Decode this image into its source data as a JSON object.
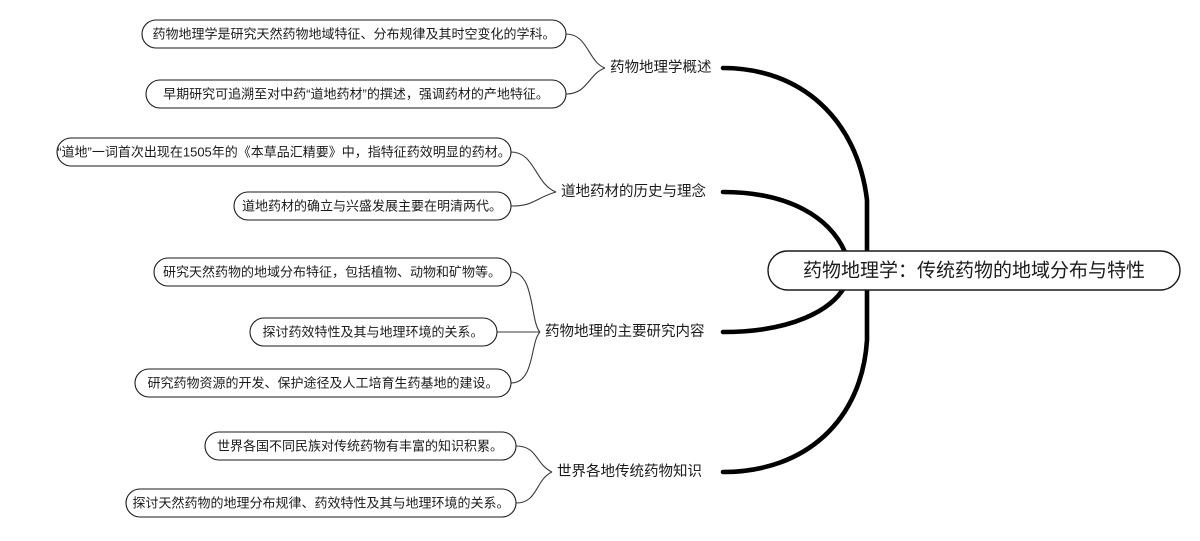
{
  "diagram": {
    "type": "mind-map",
    "root": {
      "label": "药物地理学：传统药物的地域分布与特性"
    },
    "branches": [
      {
        "label": "药物地理学概述",
        "leaves": [
          "药物地理学是研究天然药物地域特征、分布规律及其时空变化的学科。",
          "早期研究可追溯至对中药“道地药材”的撰述，强调药材的产地特征。"
        ]
      },
      {
        "label": "道地药材的历史与理念",
        "leaves": [
          "“道地”一词首次出现在1505年的《本草品汇精要》中，指特征药效明显的药材。",
          "道地药材的确立与兴盛发展主要在明清两代。"
        ]
      },
      {
        "label": "药物地理的主要研究内容",
        "leaves": [
          "研究天然药物的地域分布特征，包括植物、动物和矿物等。",
          "探讨药效特性及其与地理环境的关系。",
          "研究药物资源的开发、保护途径及人工培育生药基地的建设。"
        ]
      },
      {
        "label": "世界各地传统药物知识",
        "leaves": [
          "世界各国不同民族对传统药物有丰富的知识积累。",
          "探讨天然药物的地理分布规律、药效特性及其与地理环境的关系。"
        ]
      }
    ],
    "colors": {
      "stroke": "#1a1a1a",
      "text": "#1b1b1b",
      "background": "#ffffff"
    }
  }
}
